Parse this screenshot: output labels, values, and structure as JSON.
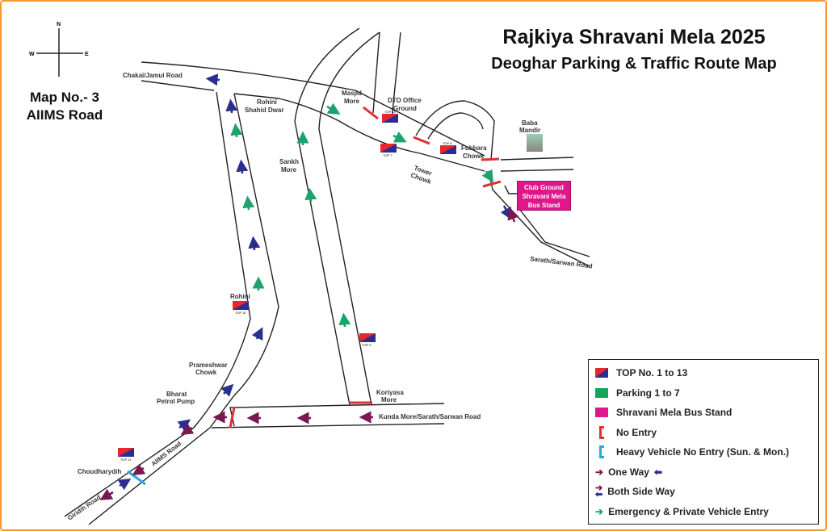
{
  "title": "Rajkiya Shravani Mela 2025",
  "subtitle": "Deoghar Parking & Traffic Route Map",
  "map_no": "Map No.- 3",
  "map_name": "AIIMS Road",
  "compass": {
    "n": "N",
    "w": "W",
    "e": "E"
  },
  "places": {
    "chakai": "Chakai/Jamui Road",
    "rohini_dwar_1": "Rohini",
    "rohini_dwar_2": "Shahid Dwar",
    "masjid_1": "Masjid",
    "masjid_2": "More",
    "dto_1": "DTO Office",
    "dto_2": "Ground",
    "baba_1": "Baba",
    "baba_2": "Mandir",
    "fubbara_1": "Fubbara",
    "fubbara_2": "Chowk",
    "tower_1": "Tower",
    "tower_2": "Chowk",
    "sankh_1": "Sankh",
    "sankh_2": "More",
    "sarath": "Sarath/Sarwan Road",
    "rohini": "Rohini",
    "prameshwar_1": "Prameshwar",
    "prameshwar_2": "Chowk",
    "bharat_1": "Bharat",
    "bharat_2": "Petrol Pump",
    "koriyasa_1": "Koriyasa",
    "koriyasa_2": "More",
    "kunda": "Kunda More/Sarath/Sarwan Road",
    "choudhary": "Choudharydih",
    "aiims": "AIIMS Road",
    "giridih": "Giridih Road"
  },
  "bus_stand": [
    "Club Ground",
    "Shravani Mela",
    "Bus Stand"
  ],
  "tops": [
    "TOP 13",
    "TOP 7",
    "TOP 6",
    "TOP 10",
    "TOP 5",
    "TOP 11"
  ],
  "legend": [
    {
      "label": "TOP No. 1 to 13"
    },
    {
      "label": "Parking 1 to 7",
      "color": "#12a65a"
    },
    {
      "label": "Shravani Mela Bus Stand",
      "color": "#e0168b"
    },
    {
      "label": "No Entry",
      "color": "#e03030"
    },
    {
      "label": "Heavy Vehicle No Entry (Sun. & Mon.)",
      "color": "#29a8e0"
    },
    {
      "label": "One Way",
      "color": "#7a1850"
    },
    {
      "label": "Both Side Way",
      "color": "#2a2f8f"
    },
    {
      "label": "Emergency & Private Vehicle Entry",
      "color": "#1aa36b"
    }
  ]
}
